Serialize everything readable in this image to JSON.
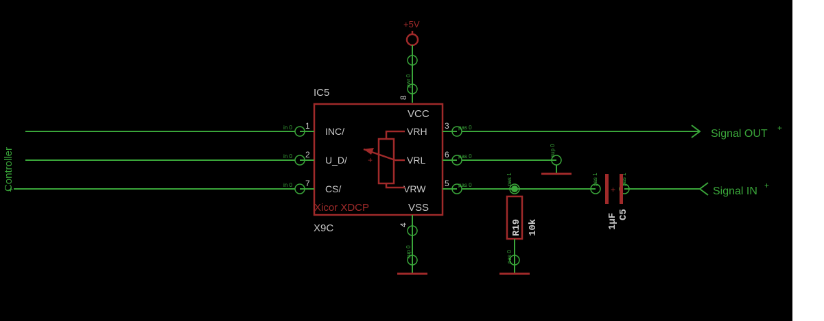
{
  "colors": {
    "background": "#000000",
    "wire": "#3aa63a",
    "body": "#a02a2a",
    "text": "#c8c8c8"
  },
  "supply": {
    "label": "+5V"
  },
  "ic": {
    "name": "IC5",
    "value": "X9C",
    "description": "Xicor XDCP",
    "pins_left": [
      {
        "num": "1",
        "name": "INC/",
        "pad": "in 0"
      },
      {
        "num": "2",
        "name": "U_D/",
        "pad": "in 0"
      },
      {
        "num": "7",
        "name": "CS/",
        "pad": "in 0"
      }
    ],
    "pins_right": [
      {
        "num": "3",
        "name": "VRH",
        "pad": "pas 0"
      },
      {
        "num": "6",
        "name": "VRL",
        "pad": "pas 0"
      },
      {
        "num": "5",
        "name": "VRW",
        "pad": "pas 0"
      }
    ],
    "pin_vcc": {
      "num": "8",
      "name": "VCC",
      "pad": "pwr 0"
    },
    "pin_vss": {
      "num": "4",
      "name": "VSS",
      "pad": "sup 0"
    },
    "pot_plus": "+"
  },
  "connectors": {
    "controller": {
      "label": "Controller",
      "plus": "+"
    },
    "signal_out": {
      "label": "Signal OUT",
      "plus": "+"
    },
    "signal_in": {
      "label": "Signal IN",
      "plus": "+"
    }
  },
  "resistor": {
    "name": "R19",
    "value": "10k",
    "pad_top": "pas 1",
    "pad_bottom": "pas 0"
  },
  "capacitor": {
    "name": "C5",
    "value": "1µF",
    "pad_left": "pas 1",
    "pad_right": "pas 1",
    "plus": "+"
  },
  "gnd_pads": {
    "vrl_gnd": "sup 0",
    "vss_gnd": "sup 0"
  }
}
